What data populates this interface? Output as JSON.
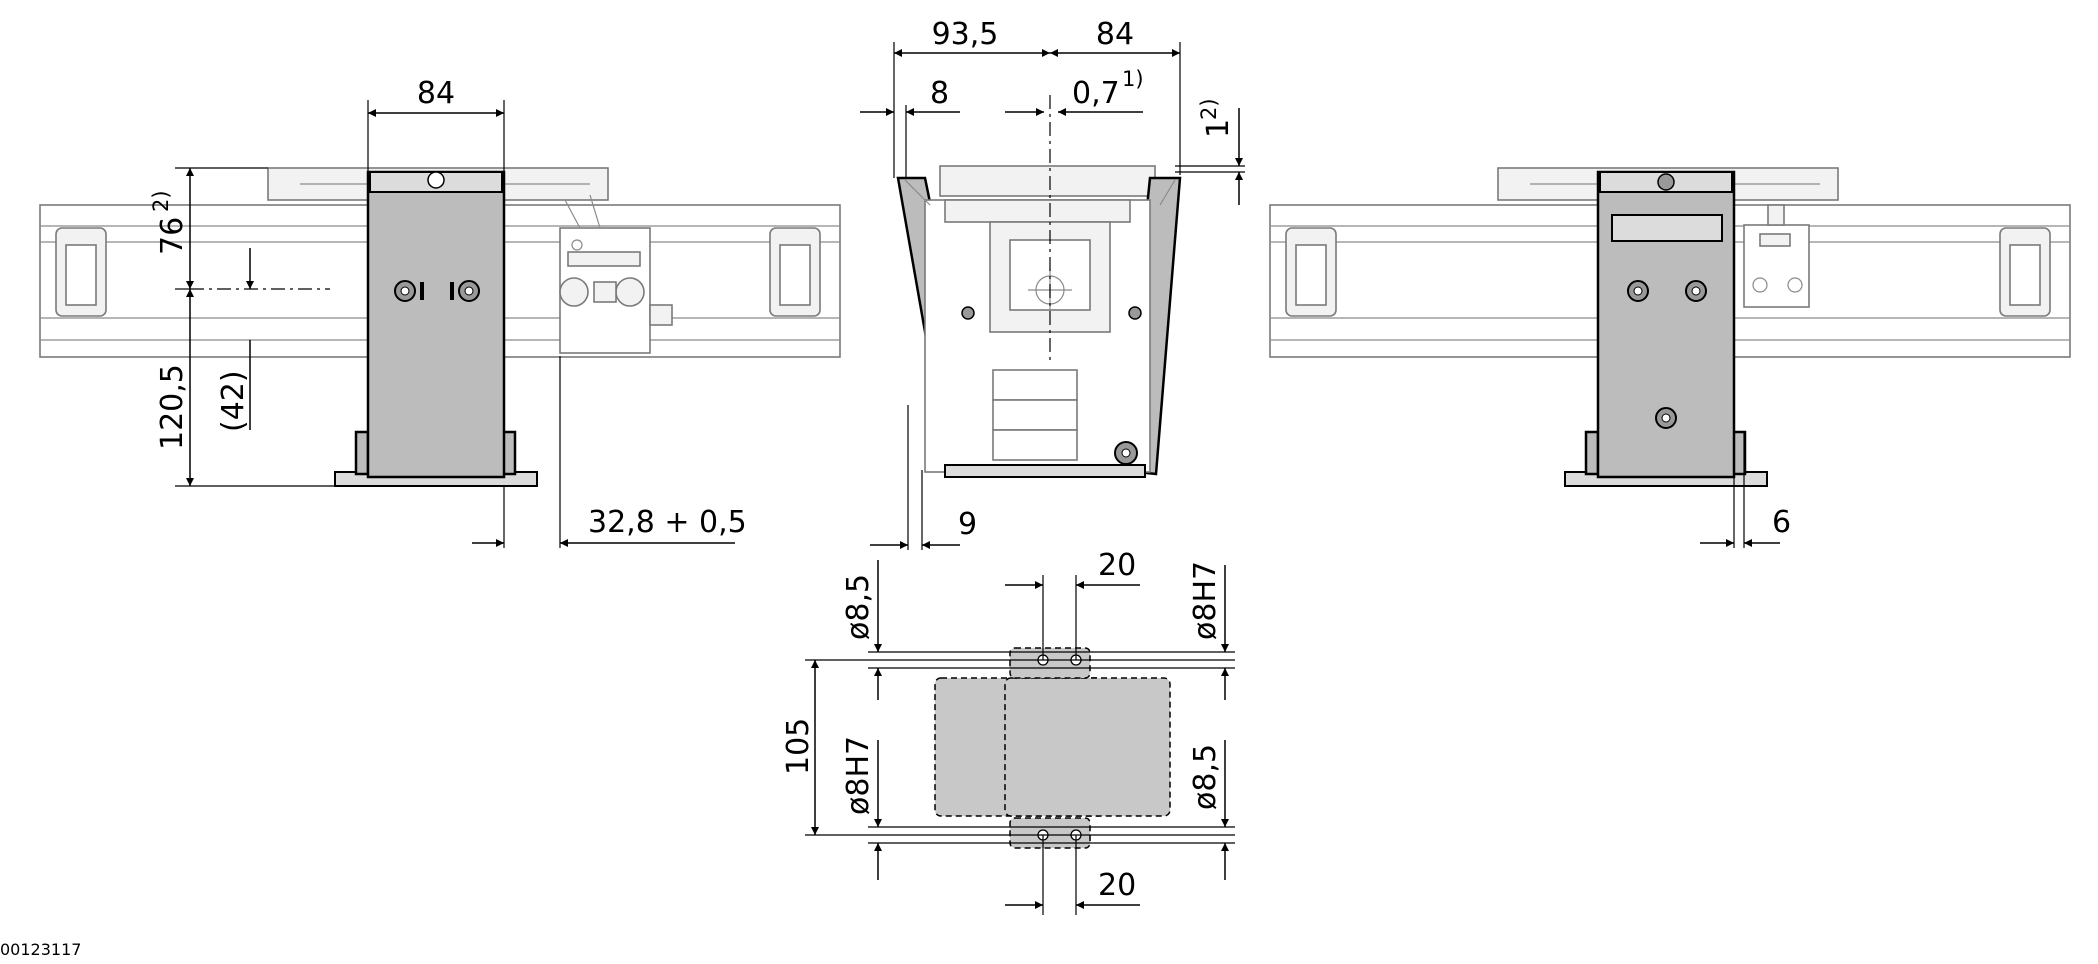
{
  "drawing_number": "00123117",
  "dimensions": {
    "left_width": "84",
    "left_height": "76",
    "left_height_note": "2)",
    "left_lower": "120,5",
    "left_ref": "(42)",
    "left_offset": "32,8 + 0,5",
    "center_left_width": "93,5",
    "center_right_width": "84",
    "center_edge": "8",
    "center_tolerance": "0,7",
    "center_tolerance_note": "1)",
    "center_vertical": "1",
    "center_vertical_note": "2)",
    "center_foot": "9",
    "right_foot": "6",
    "bottom_dia_top_left": "ø8,5",
    "bottom_dia_top_right": "ø8H7",
    "bottom_dia_bot_left": "ø8H7",
    "bottom_dia_bot_right": "ø8,5",
    "bottom_spacing_top": "20",
    "bottom_spacing_bottom": "20",
    "bottom_height": "105"
  }
}
